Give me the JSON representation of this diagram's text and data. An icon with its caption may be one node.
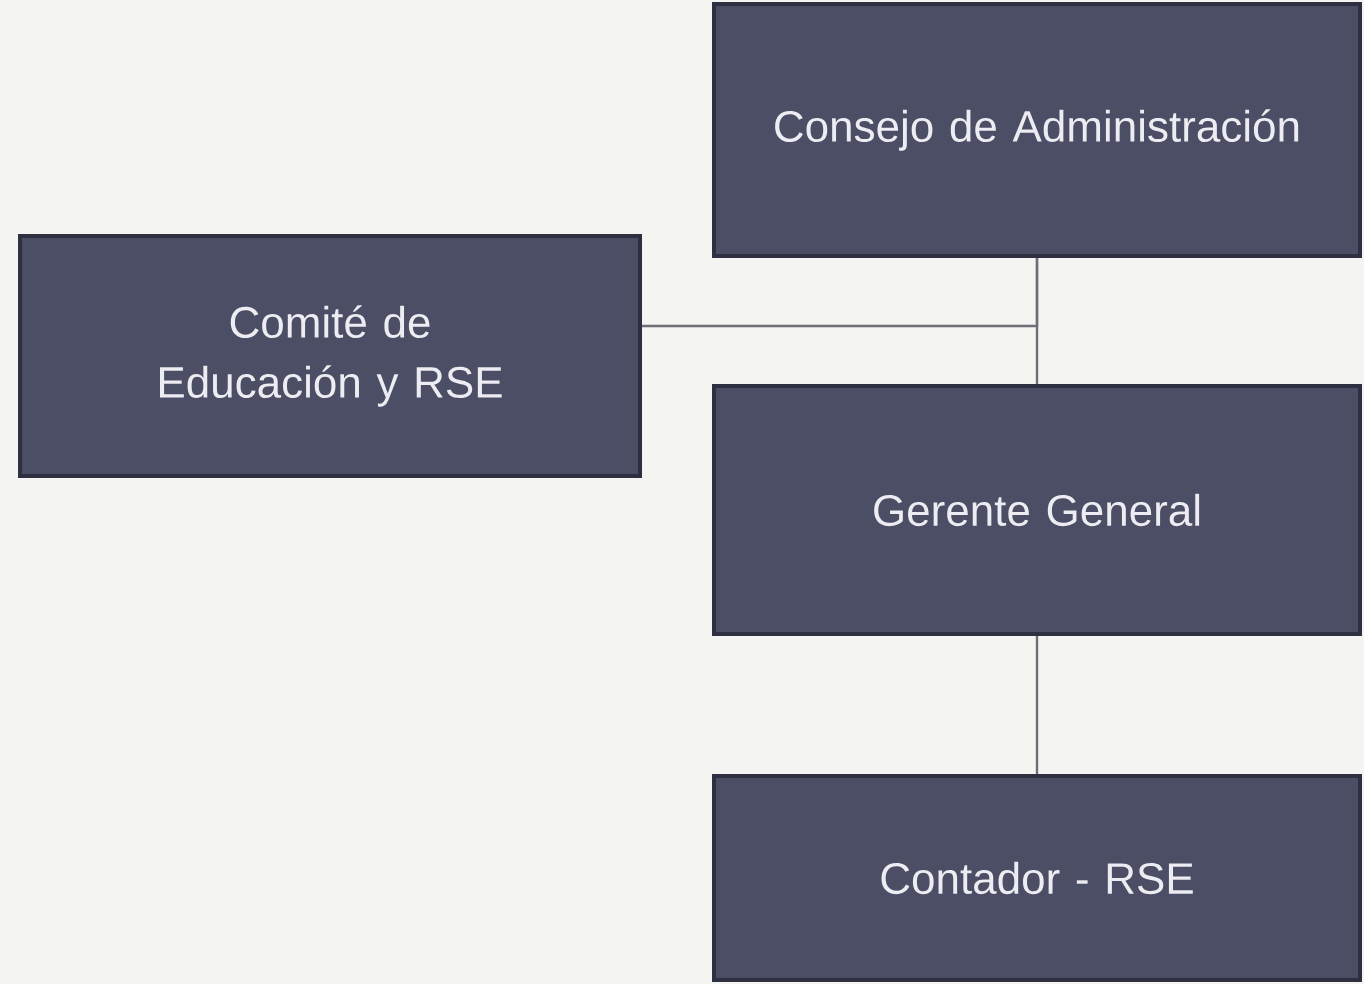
{
  "diagram": {
    "nodes": [
      {
        "text": [
          "Consejo de Administración"
        ]
      },
      {
        "text": [
          "Comité de Educación y RSE"
        ]
      },
      {
        "text": [
          "Gerente General"
        ]
      },
      {
        "text": [
          "Contador - RSE"
        ]
      }
    ],
    "edges": [
      {
        "from": 0,
        "to": 2,
        "arrow": "none"
      },
      {
        "from": 0,
        "to": 1,
        "arrow": "none"
      },
      {
        "from": 2,
        "to": 3,
        "arrow": "none"
      }
    ]
  }
}
